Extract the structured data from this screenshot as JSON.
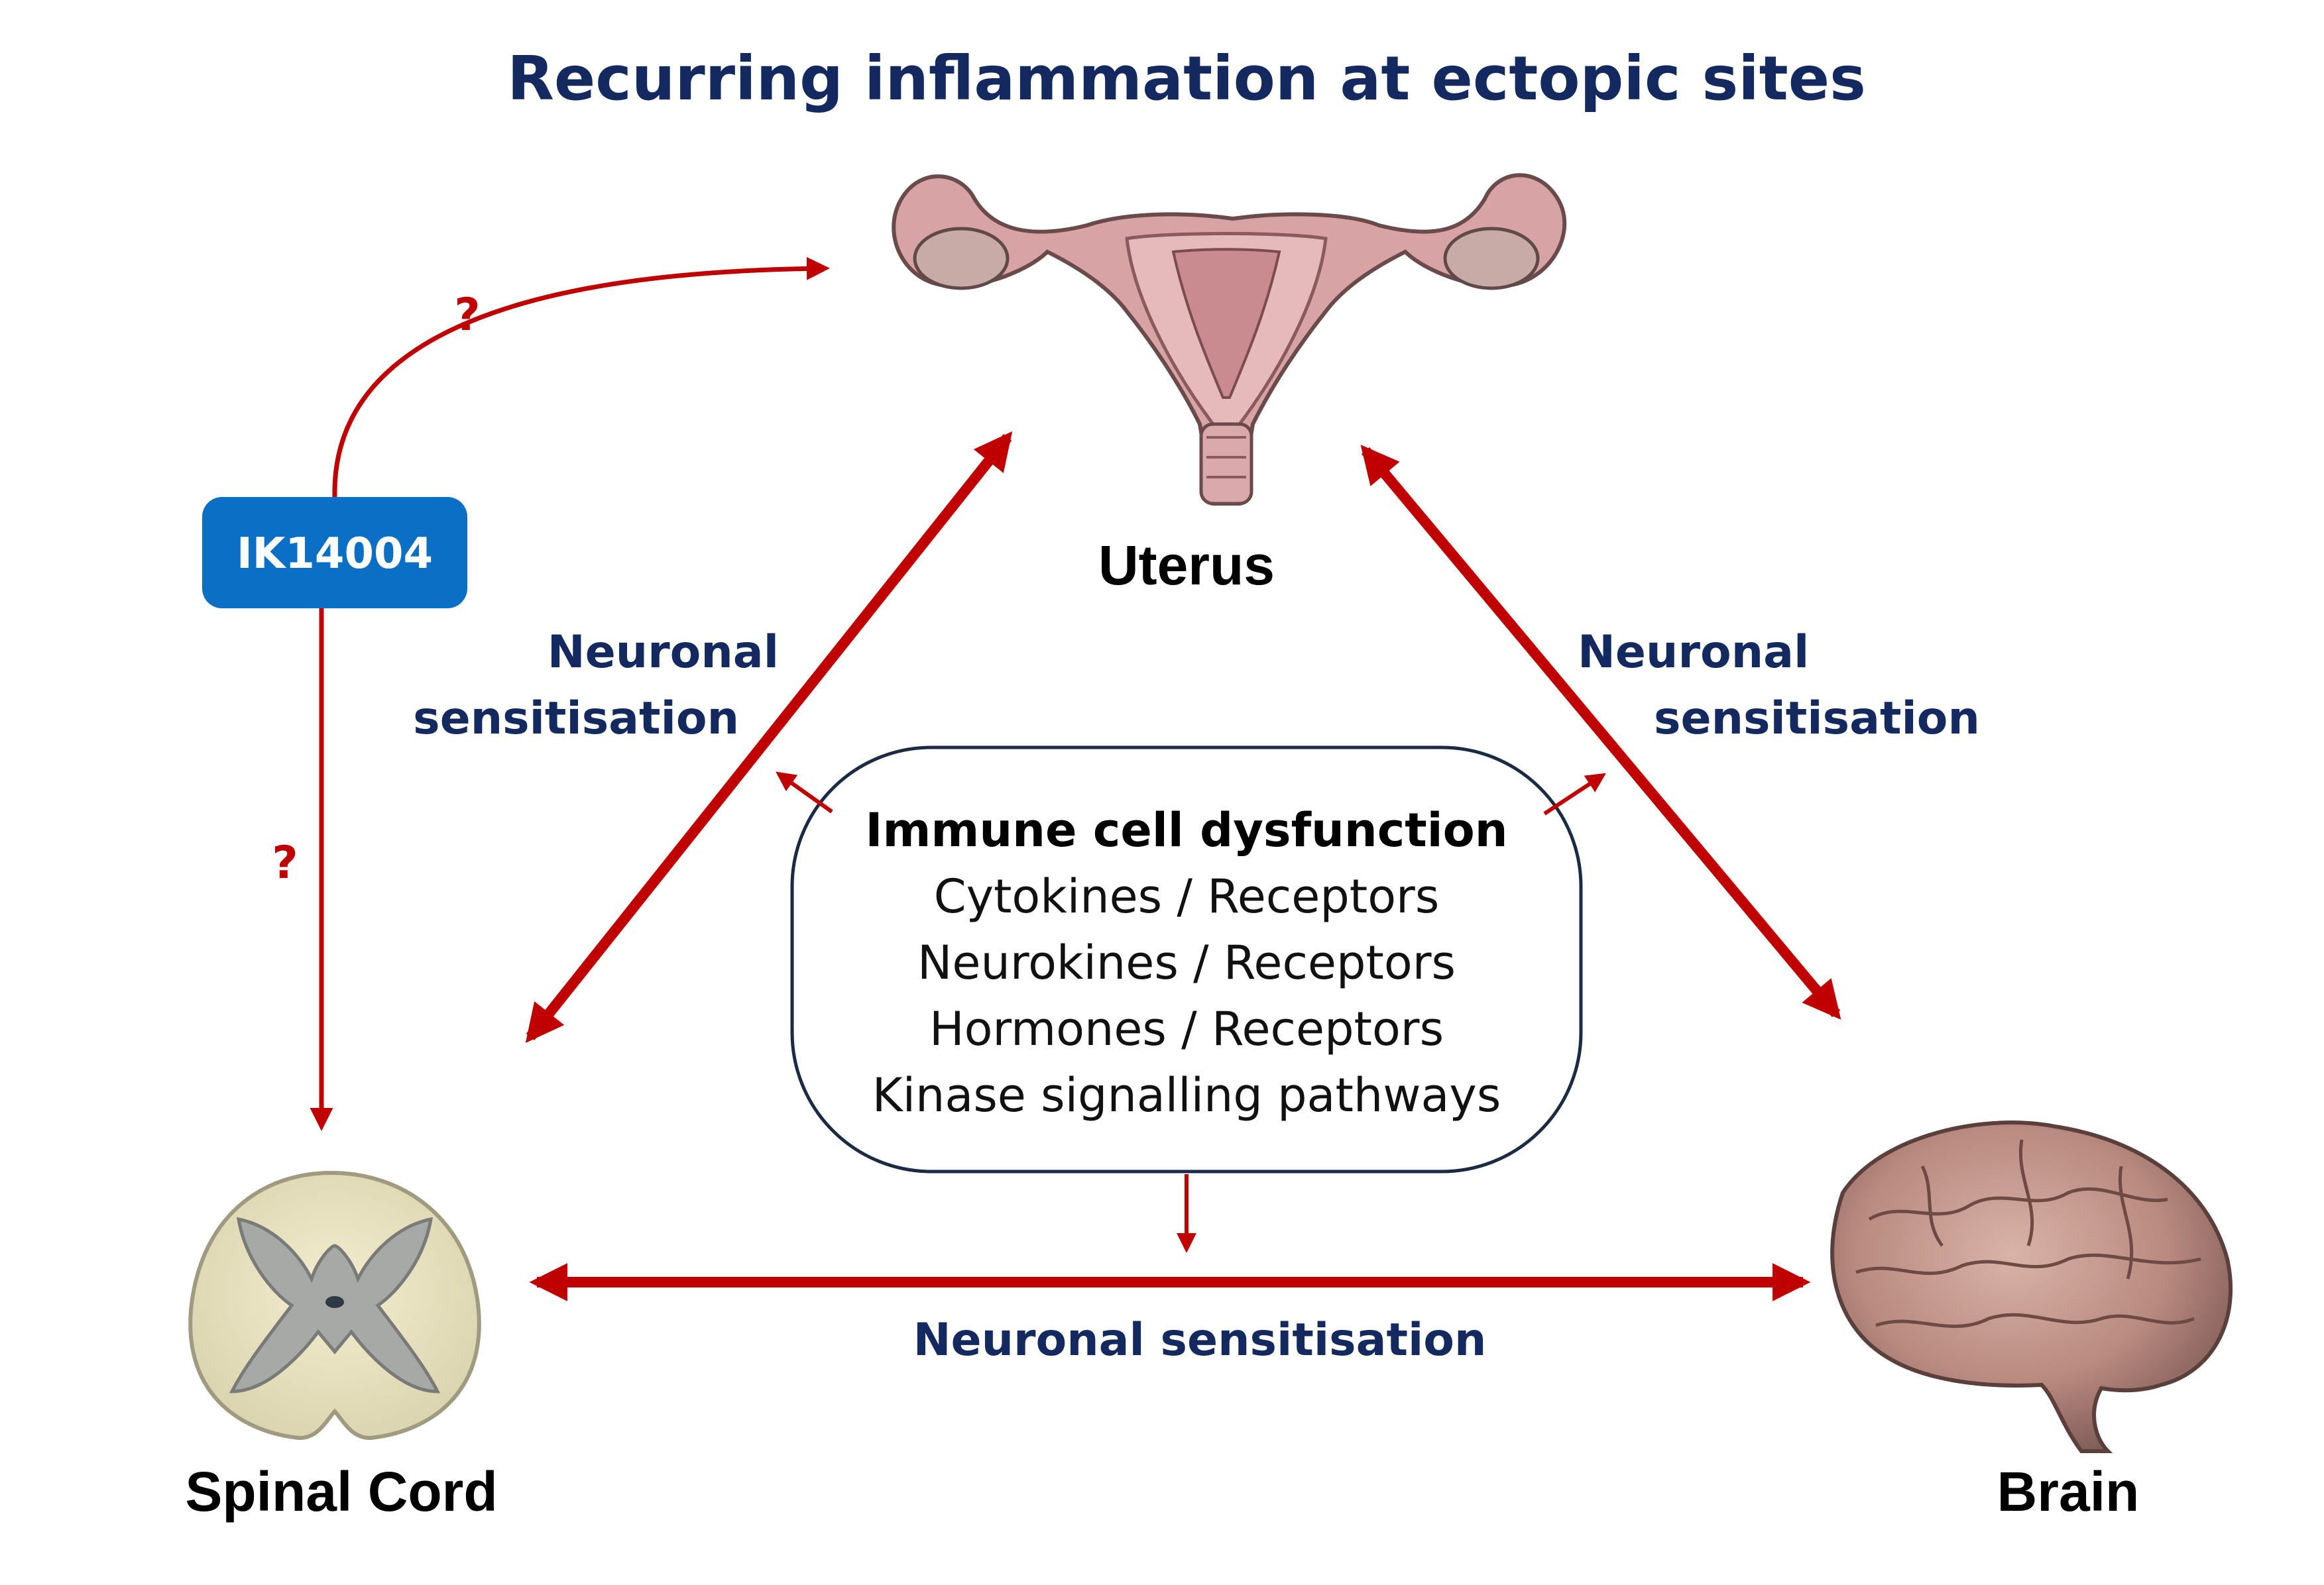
{
  "title": "Recurring inflammation at ectopic sites",
  "organs": {
    "uterus": "Uterus",
    "spinal_cord": "Spinal Cord",
    "brain": "Brain"
  },
  "sensitisation": {
    "left": [
      "Neuronal",
      "sensitisation"
    ],
    "right": [
      "Neuronal",
      "sensitisation"
    ],
    "bottom": "Neuronal sensitisation"
  },
  "drug": {
    "name": "IK14004",
    "unknown_uterus": "?",
    "unknown_spinal": "?",
    "box_color": "#0b6fc5"
  },
  "immune_box": {
    "heading": "Immune cell dysfunction",
    "lines": [
      "Cytokines / Receptors",
      "Neurokines / Receptors",
      "Hormones / Receptors",
      "Kinase signalling pathways"
    ]
  },
  "colors": {
    "arrow": "#c00000",
    "title": "#13295f",
    "box_border": "#1c2b44"
  },
  "icons": [
    "uterus-illustration-icon",
    "spinal-cord-illustration-icon",
    "brain-illustration-icon"
  ]
}
